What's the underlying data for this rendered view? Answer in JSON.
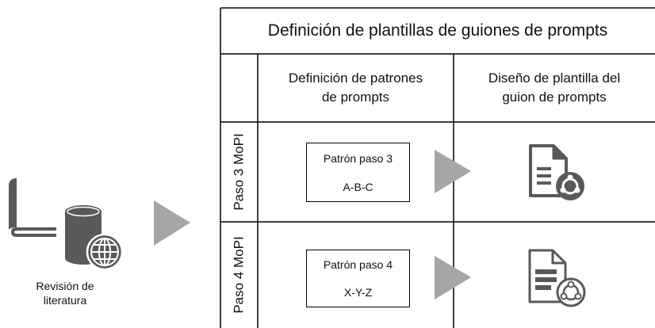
{
  "diagram": {
    "title": "Definición de plantillas de guiones de prompts",
    "columns": [
      {
        "label": "Definición de patrones\nde prompts"
      },
      {
        "label": "Diseño de plantilla del\nguion de prompts"
      }
    ],
    "rows": [
      {
        "label": "Paso 3 MoPI",
        "pattern_title": "Patrón paso 3",
        "pattern_value": "A-B-C",
        "template_icon": "document-recycle-icon"
      },
      {
        "label": "Paso 4 MoPI",
        "pattern_title": "Patrón paso 4",
        "pattern_value": "X-Y-Z",
        "template_icon": "document-list-recycle-icon"
      }
    ],
    "source": {
      "label": "Revisión de\nliteratura",
      "icons": [
        "book-icon",
        "database-icon",
        "globe-icon"
      ]
    },
    "colors": {
      "line": "#000000",
      "icon": "#595959",
      "arrow": "#a6a6a6"
    }
  }
}
